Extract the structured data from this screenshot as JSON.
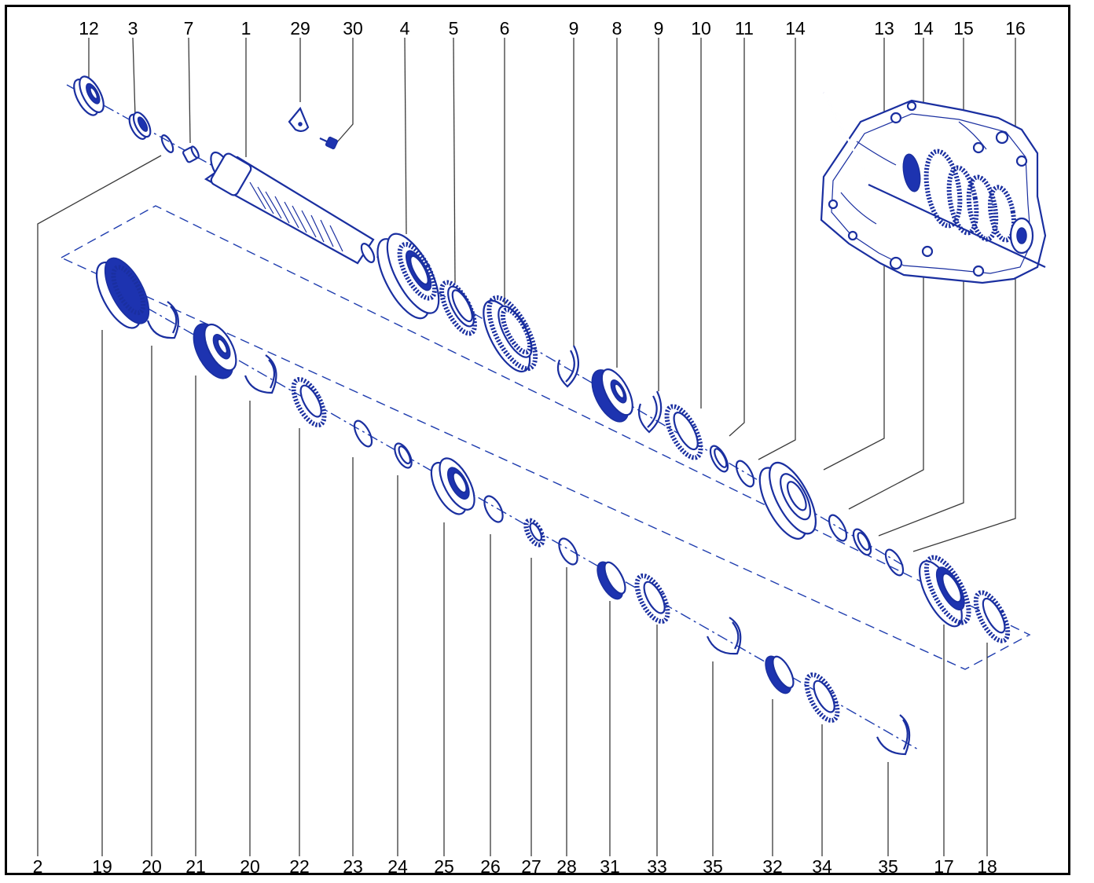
{
  "top_labels": [
    "12",
    "3",
    "7",
    "1",
    "29",
    "30",
    "4",
    "5",
    "6",
    "9",
    "8",
    "9",
    "10",
    "11",
    "14",
    "13",
    "14",
    "15",
    "16"
  ],
  "bottom_labels": [
    "2",
    "19",
    "20",
    "21",
    "20",
    "22",
    "23",
    "24",
    "25",
    "26",
    "27",
    "28",
    "31",
    "33",
    "35",
    "32",
    "34",
    "35",
    "17",
    "18"
  ],
  "colors": {
    "line_art": "#1a2fa0",
    "fill": "#1d33b0",
    "leader": "#3a3a3a",
    "frame": "#000000"
  },
  "inset": {
    "icon": "gearbox-assembly-icon"
  }
}
